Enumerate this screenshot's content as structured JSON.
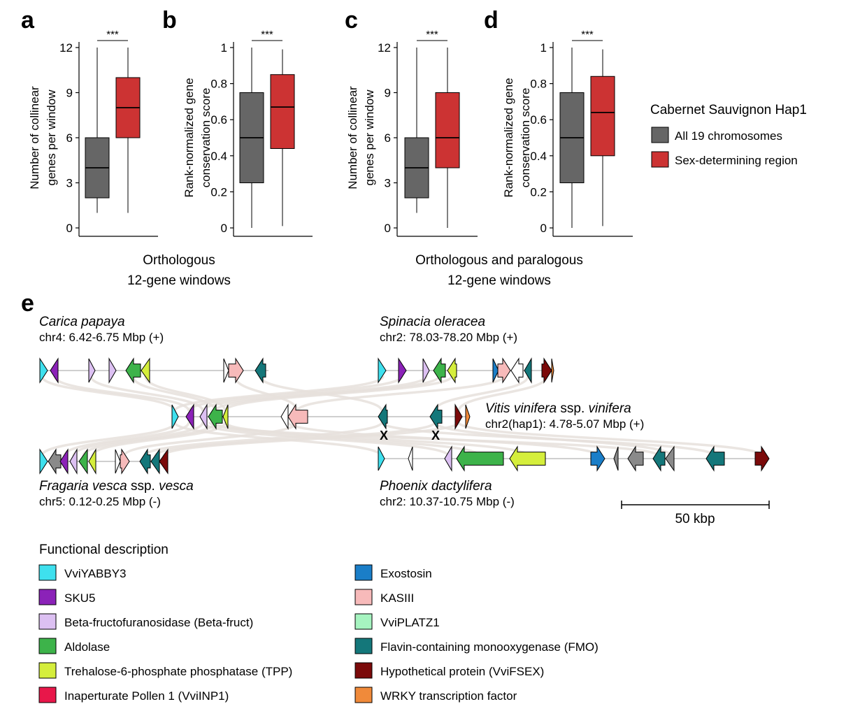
{
  "colors": {
    "all": "#666666",
    "sdr": "#CC3333",
    "genes": {
      "yabby": "#3EE0EE",
      "sku5": "#8B22B8",
      "beta": "#DCC0F2",
      "aldolase": "#3DB34A",
      "tpp": "#D5EE3C",
      "inp1": "#E8174A",
      "exost": "#1A7EC8",
      "kasiii": "#F7BABA",
      "platz": "#A6F4C0",
      "fmo": "#14777A",
      "fsex": "#7B0A0A",
      "wrky": "#F08A3A",
      "other": "#8A8A8A",
      "blank": "#FFFFFF"
    }
  },
  "chart_data": [
    {
      "panel": "a",
      "type": "box",
      "ylabel_lines": [
        "Number of collinear",
        "genes per window"
      ],
      "yticks": [
        "0",
        "3",
        "6",
        "9",
        "12"
      ],
      "ylim": [
        0,
        12
      ],
      "significance": "***",
      "series": [
        {
          "name": "All 19 chromosomes",
          "whisker_low": 1,
          "q1": 2,
          "median": 4,
          "q3": 6,
          "whisker_high": 12
        },
        {
          "name": "Sex-determining region",
          "whisker_low": 1,
          "q1": 6,
          "median": 8,
          "q3": 10,
          "whisker_high": 12
        }
      ]
    },
    {
      "panel": "b",
      "type": "box",
      "ylabel_lines": [
        "Rank-normalized gene",
        "conservation score"
      ],
      "yticks": [
        "0",
        "0.2",
        "0.4",
        "0.6",
        "0.8",
        "1"
      ],
      "ylim": [
        0,
        1
      ],
      "significance": "***",
      "series": [
        {
          "name": "All 19 chromosomes",
          "whisker_low": 0,
          "q1": 0.25,
          "median": 0.5,
          "q3": 0.75,
          "whisker_high": 1
        },
        {
          "name": "Sex-determining region",
          "whisker_low": 0.01,
          "q1": 0.44,
          "median": 0.67,
          "q3": 0.85,
          "whisker_high": 0.99
        }
      ]
    },
    {
      "panel": "c",
      "type": "box",
      "ylabel_lines": [
        "Number of collinear",
        "genes per window"
      ],
      "yticks": [
        "0",
        "3",
        "6",
        "9",
        "12"
      ],
      "ylim": [
        0,
        12
      ],
      "significance": "***",
      "series": [
        {
          "name": "All 19 chromosomes",
          "whisker_low": 1,
          "q1": 2,
          "median": 4,
          "q3": 6,
          "whisker_high": 12
        },
        {
          "name": "Sex-determining region",
          "whisker_low": 0,
          "q1": 4,
          "median": 6,
          "q3": 9,
          "whisker_high": 12
        }
      ]
    },
    {
      "panel": "d",
      "type": "box",
      "ylabel_lines": [
        "Rank-normalized gene",
        "conservation score"
      ],
      "yticks": [
        "0",
        "0.2",
        "0.4",
        "0.6",
        "0.8",
        "1"
      ],
      "ylim": [
        0,
        1
      ],
      "significance": "***",
      "series": [
        {
          "name": "All 19 chromosomes",
          "whisker_low": 0,
          "q1": 0.25,
          "median": 0.5,
          "q3": 0.75,
          "whisker_high": 1
        },
        {
          "name": "Sex-determining region",
          "whisker_low": 0.01,
          "q1": 0.4,
          "median": 0.64,
          "q3": 0.84,
          "whisker_high": 0.99
        }
      ]
    }
  ],
  "panel_labels": {
    "a": "a",
    "b": "b",
    "c": "c",
    "d": "d",
    "e": "e"
  },
  "group_labels": {
    "ortho_line1": "Orthologous",
    "ortho_line2": "12-gene windows",
    "para_line1": "Orthologous and paralogous",
    "para_line2": "12-gene windows"
  },
  "legend": {
    "title": "Cabernet Sauvignon Hap1",
    "items": [
      {
        "label": "All 19 chromosomes",
        "color_key": "all"
      },
      {
        "label": "Sex-determining region",
        "color_key": "sdr"
      }
    ]
  },
  "synteny": {
    "species": {
      "papaya_name": "Carica papaya",
      "papaya_coords": "chr4: 6.42-6.75 Mbp (+)",
      "spinach_name": "Spinacia oleracea",
      "spinach_coords": "chr2: 78.03-78.20 Mbp (+)",
      "vitis_name": "Vitis vinifera",
      "vitis_ssp": " ssp. ",
      "vitis_name2": "vinifera",
      "vitis_coords": "chr2(hap1): 4.78-5.07 Mbp (+)",
      "fragaria_name": "Fragaria vesca",
      "fragaria_ssp": " ssp. ",
      "fragaria_name2": "vesca",
      "fragaria_coords": "chr5: 0.12-0.25 Mbp (-)",
      "phoenix_name": "Phoenix dactylifera",
      "phoenix_coords": "chr2: 10.37-10.75 Mbp (-)"
    },
    "lost_marker": "X",
    "scale_label": "50 kbp",
    "tracks": {
      "papaya": [
        "yabby",
        "sku5",
        "beta",
        "beta",
        "aldolase",
        "tpp",
        "blank",
        "kasiii",
        "fmo"
      ],
      "spinach": [
        "yabby",
        "sku5",
        "beta",
        "aldolase",
        "tpp",
        "exost",
        "kasiii",
        "blank",
        "fmo",
        "fsex",
        "wrky"
      ],
      "vitis": [
        "yabby",
        "sku5",
        "beta",
        "aldolase",
        "tpp",
        "blank",
        "kasiii",
        "fmo",
        "fmo",
        "fsex",
        "wrky"
      ],
      "fragaria": [
        "yabby",
        "other",
        "sku5",
        "beta",
        "aldolase",
        "tpp",
        "blank",
        "kasiii",
        "fmo",
        "fmo",
        "fsex"
      ],
      "phoenix": [
        "yabby",
        "blank",
        "beta",
        "aldolase",
        "tpp",
        "exost",
        "other",
        "other",
        "fmo",
        "other",
        "fmo",
        "fsex"
      ]
    }
  },
  "functional": {
    "title": "Functional description",
    "items": [
      {
        "label": "VviYABBY3",
        "color_key": "yabby"
      },
      {
        "label": "SKU5",
        "color_key": "sku5"
      },
      {
        "label": "Beta-fructofuranosidase (Beta-fruct)",
        "color_key": "beta"
      },
      {
        "label": "Aldolase",
        "color_key": "aldolase"
      },
      {
        "label": "Trehalose-6-phosphate phosphatase (TPP)",
        "color_key": "tpp"
      },
      {
        "label": "Inaperturate Pollen 1 (VviINP1)",
        "color_key": "inp1"
      },
      {
        "label": "Exostosin",
        "color_key": "exost"
      },
      {
        "label": "KASIII",
        "color_key": "kasiii"
      },
      {
        "label": "VviPLATZ1",
        "color_key": "platz"
      },
      {
        "label": "Flavin-containing monooxygenase (FMO)",
        "color_key": "fmo"
      },
      {
        "label": "Hypothetical protein (VviFSEX)",
        "color_key": "fsex"
      },
      {
        "label": "WRKY transcription factor",
        "color_key": "wrky"
      }
    ]
  }
}
